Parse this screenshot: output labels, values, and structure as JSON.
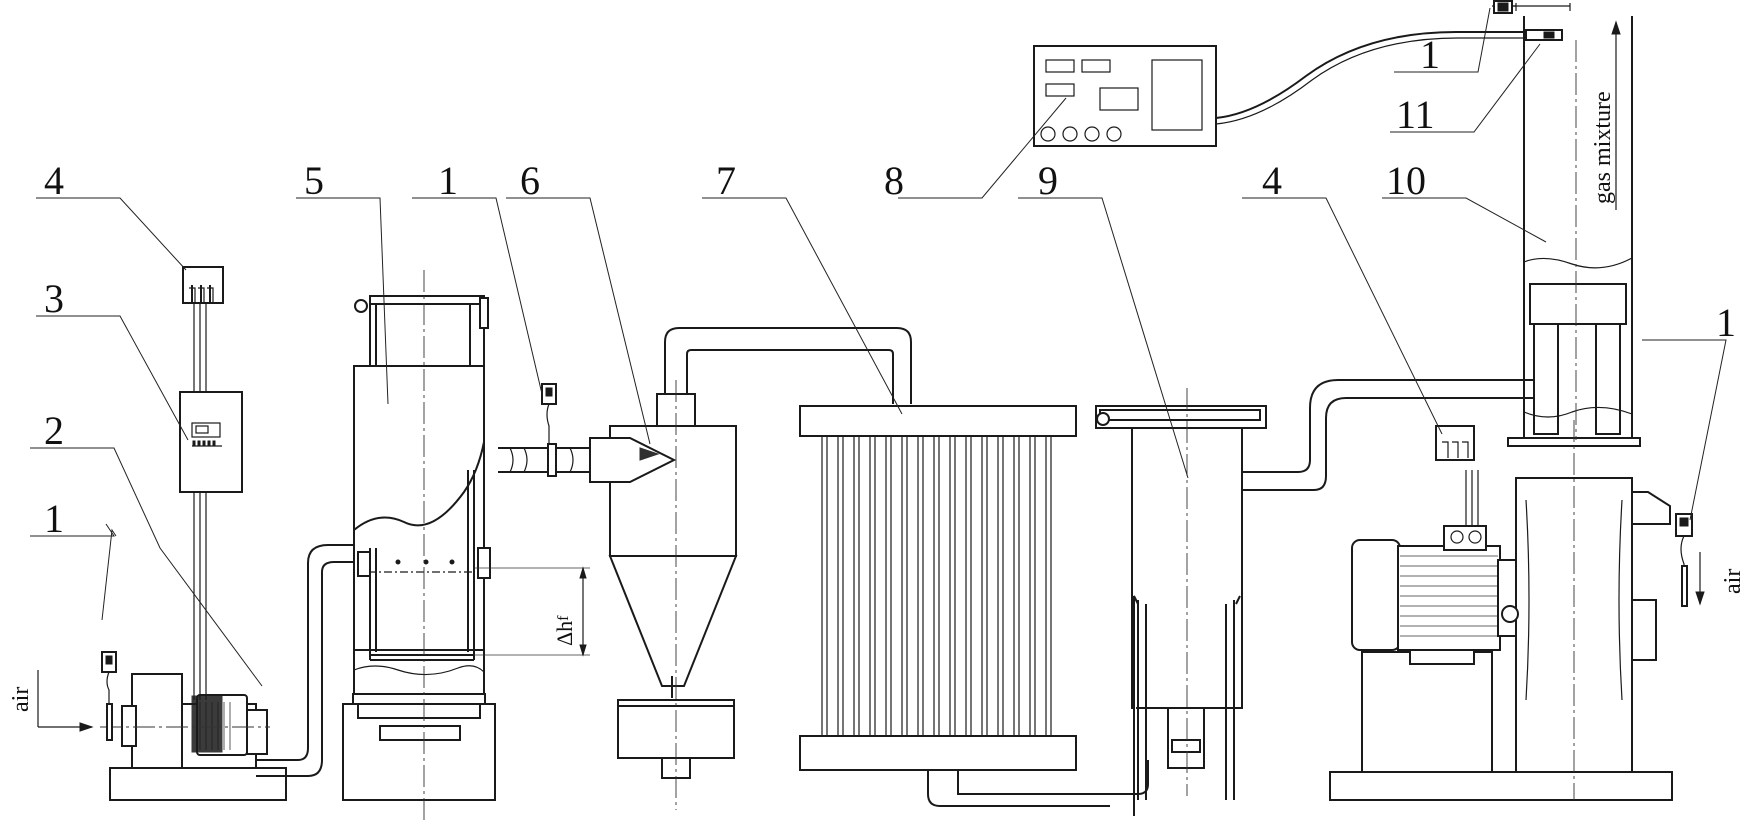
{
  "callouts": [
    {
      "id": "c4a",
      "label": "4"
    },
    {
      "id": "c3",
      "label": "3"
    },
    {
      "id": "c2",
      "label": "2"
    },
    {
      "id": "c1a",
      "label": "1"
    },
    {
      "id": "c5",
      "label": "5"
    },
    {
      "id": "c1b",
      "label": "1"
    },
    {
      "id": "c6",
      "label": "6"
    },
    {
      "id": "c7",
      "label": "7"
    },
    {
      "id": "c8",
      "label": "8"
    },
    {
      "id": "c9",
      "label": "9"
    },
    {
      "id": "c4b",
      "label": "4"
    },
    {
      "id": "c10",
      "label": "10"
    },
    {
      "id": "c1c",
      "label": "1"
    },
    {
      "id": "c11",
      "label": "11"
    },
    {
      "id": "c1d",
      "label": "1"
    }
  ],
  "flow_labels": {
    "air_inlet": "air",
    "air_outlet": "air",
    "gas_mixture": "gas mixture"
  },
  "dimension": {
    "delta_h": "Δh",
    "subscript": "f"
  }
}
